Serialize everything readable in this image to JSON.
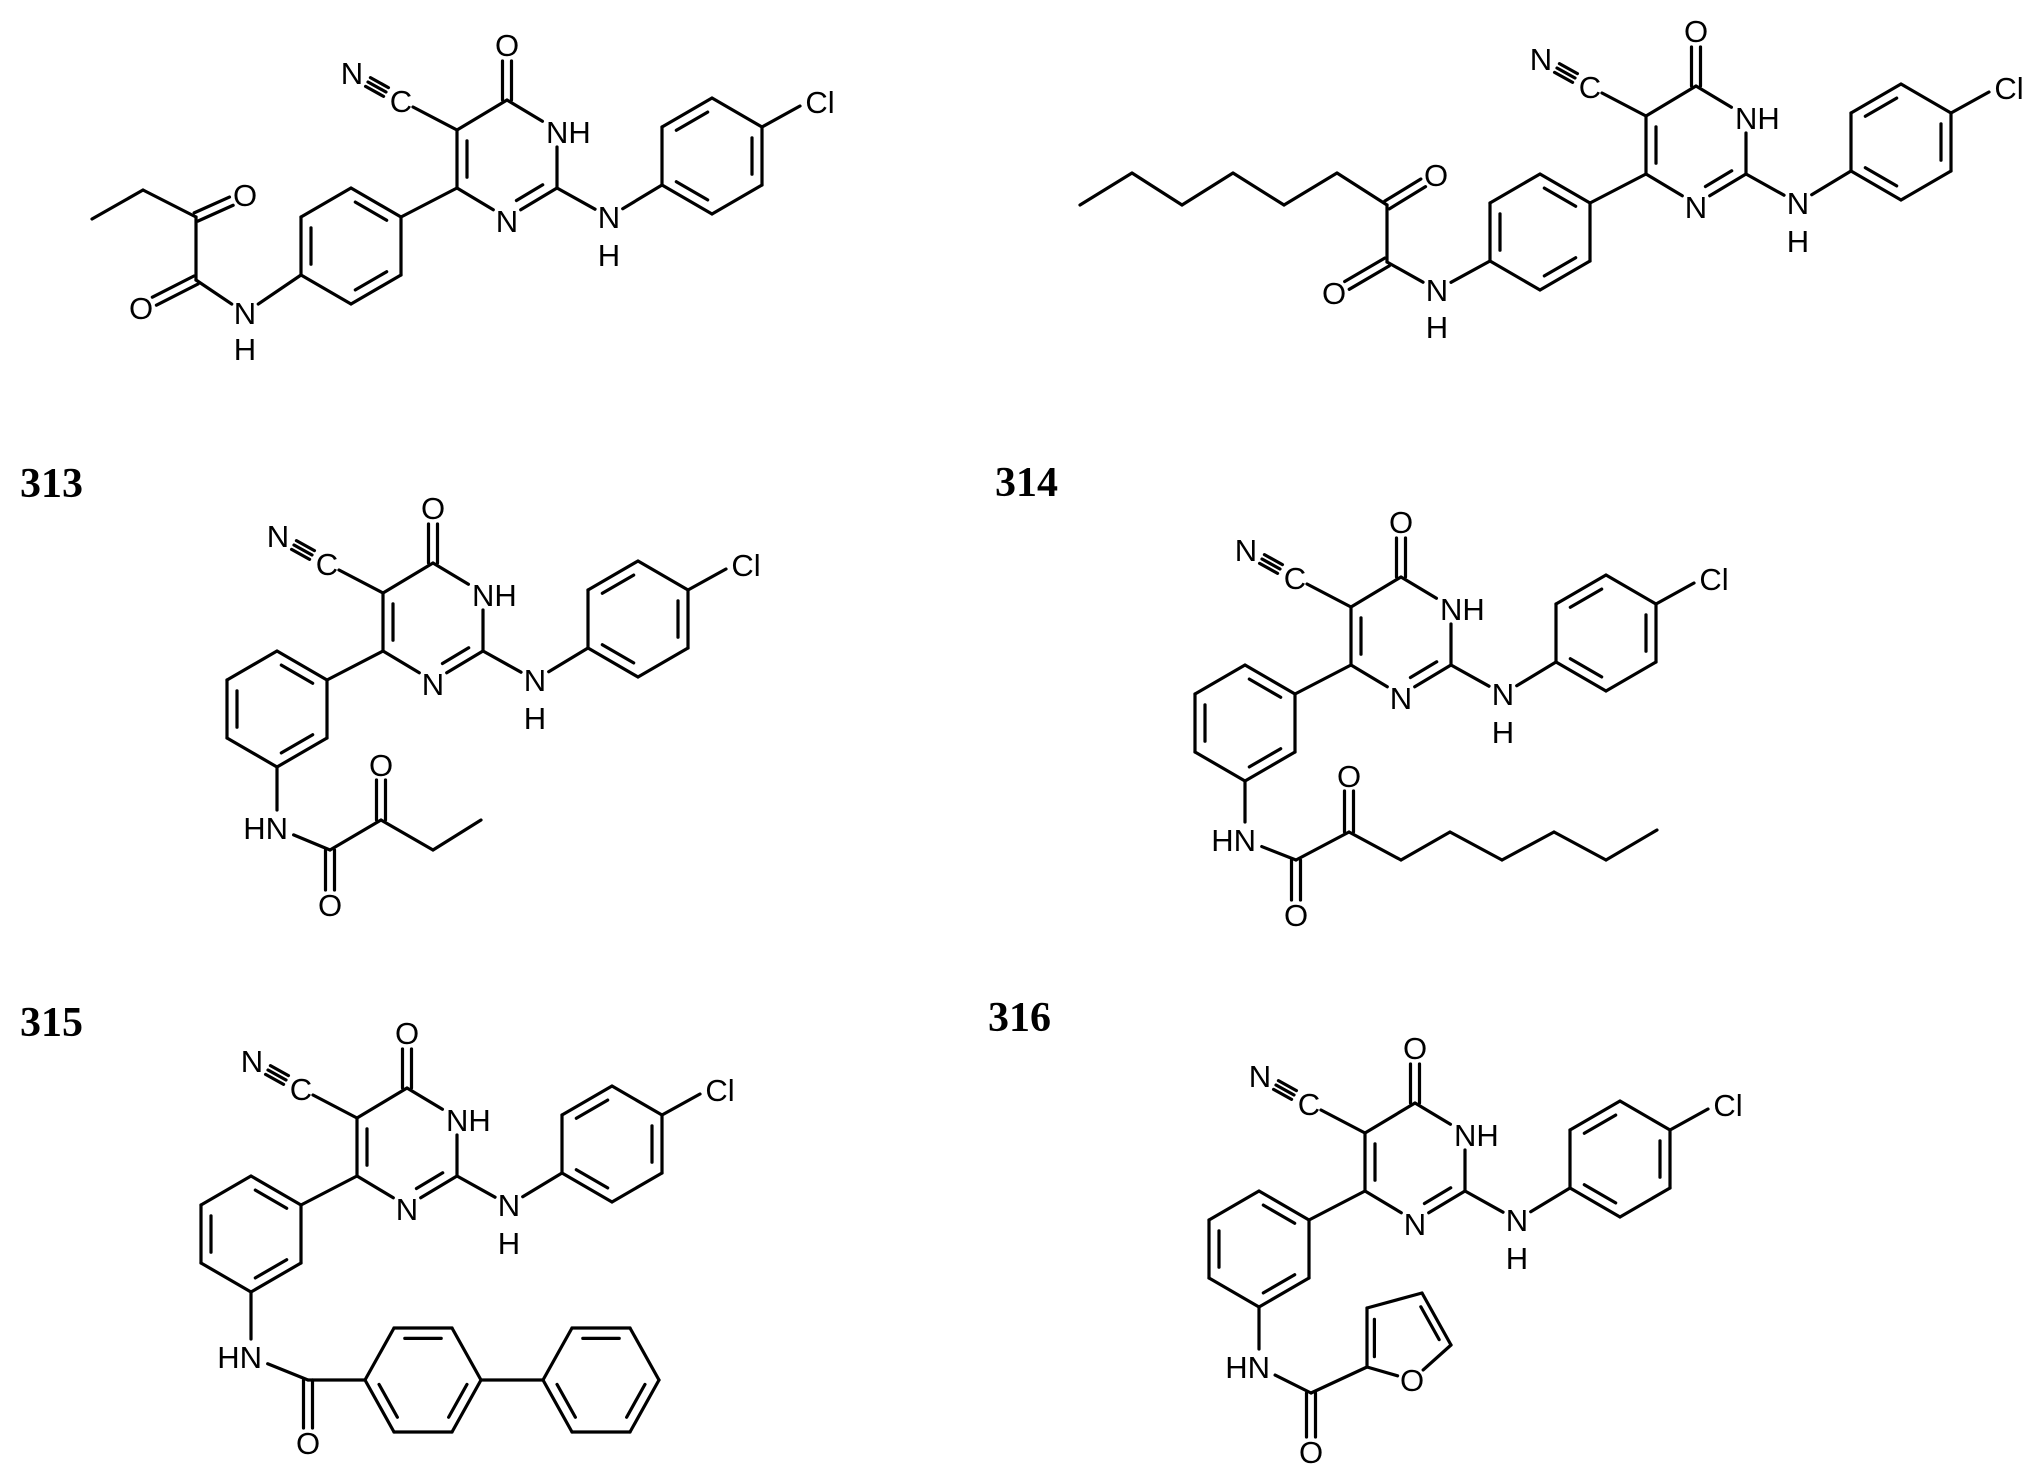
{
  "compound_labels": [
    "313",
    "314",
    "315",
    "316"
  ],
  "atom_labels": {
    "oxygen": "O",
    "nitrogen": "N",
    "imine_nh": "NH",
    "amide_hn": "HN",
    "hydrogen": "H",
    "carbon": "C",
    "chlorine": "Cl"
  },
  "colors": {
    "ink": "#000000",
    "background": "#ffffff"
  }
}
